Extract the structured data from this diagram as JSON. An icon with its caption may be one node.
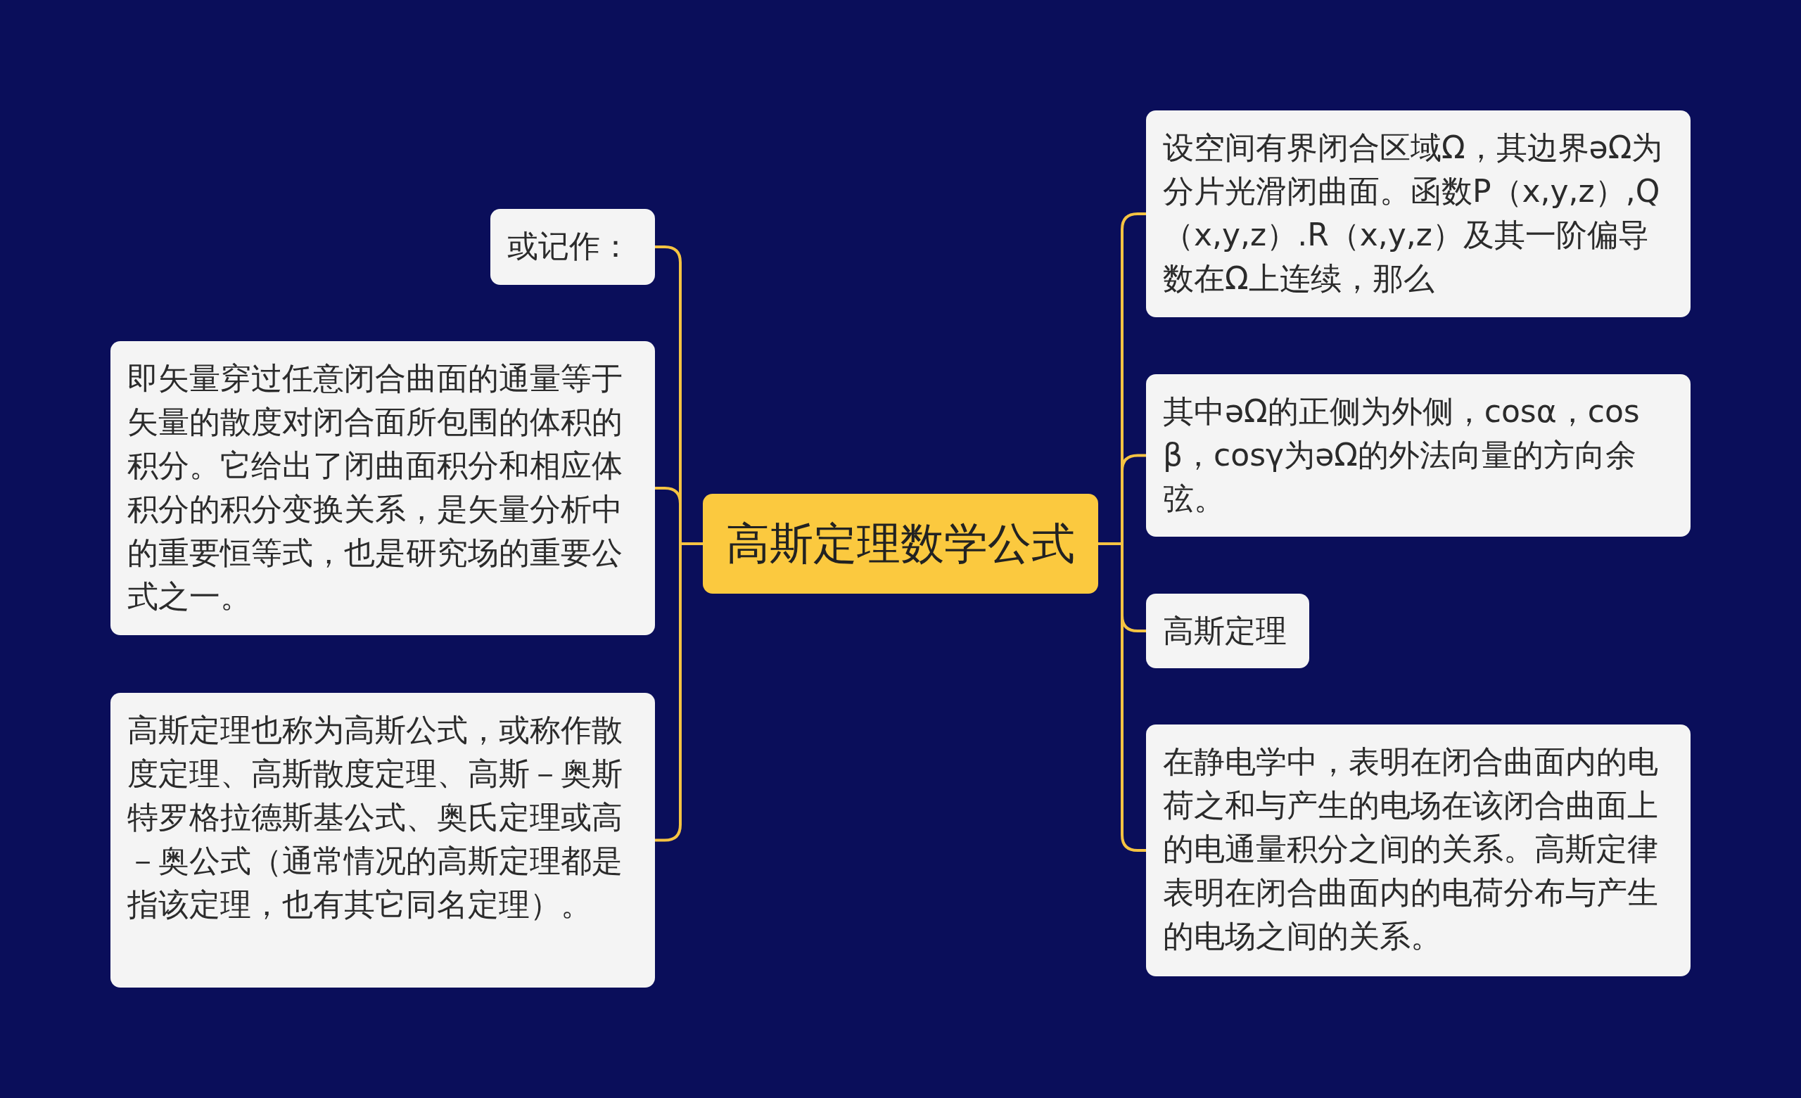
{
  "diagram": {
    "nodes": [
      {
        "text": [
          "高斯定理数学公式"
        ]
      },
      {
        "text": [
          "或记作："
        ]
      },
      {
        "text": [
          "即矢量穿过任意闭合曲面的通量等于矢量的散度对闭合面所包围的体积的积分。它给出了闭曲面积分和相应体积分的积分变换关系，是矢量分析中的重要恒等式，也是研究场的重要公式之一。"
        ]
      },
      {
        "text": [
          "高斯定理也称为高斯公式，或称作散度定理、高斯散度定理、高斯－奥斯特罗格拉德斯基公式、奥氏定理或高－奥公式（通常情况的高斯定理都是指该定理，也有其它同名定理）。"
        ]
      },
      {
        "text": [
          "设空间有界闭合区域Ω，其边界əΩ为分片光滑闭曲面。函数P（x,y,z）,Q（x,y,z）.R（x,y,z）及其一阶偏导数在Ω上连续，那么"
        ]
      },
      {
        "text": [
          "其中əΩ的正侧为外侧，cosα，cosβ，cosγ为əΩ的外法向量的方向余弦。"
        ]
      },
      {
        "text": [
          "高斯定理"
        ]
      },
      {
        "text": [
          "在静电学中，表明在闭合曲面内的电荷之和与产生的电场在该闭合曲面上的电通量积分之间的关系。高斯定律表明在闭合曲面内的电荷分布与产生的电场之间的关系。"
        ]
      }
    ],
    "edges": [
      {
        "from": 0,
        "to": 1,
        "arrow": "none"
      },
      {
        "from": 0,
        "to": 2,
        "arrow": "none"
      },
      {
        "from": 0,
        "to": 3,
        "arrow": "none"
      },
      {
        "from": 0,
        "to": 4,
        "arrow": "none"
      },
      {
        "from": 0,
        "to": 5,
        "arrow": "none"
      },
      {
        "from": 0,
        "to": 6,
        "arrow": "none"
      },
      {
        "from": 0,
        "to": 7,
        "arrow": "none"
      }
    ]
  }
}
